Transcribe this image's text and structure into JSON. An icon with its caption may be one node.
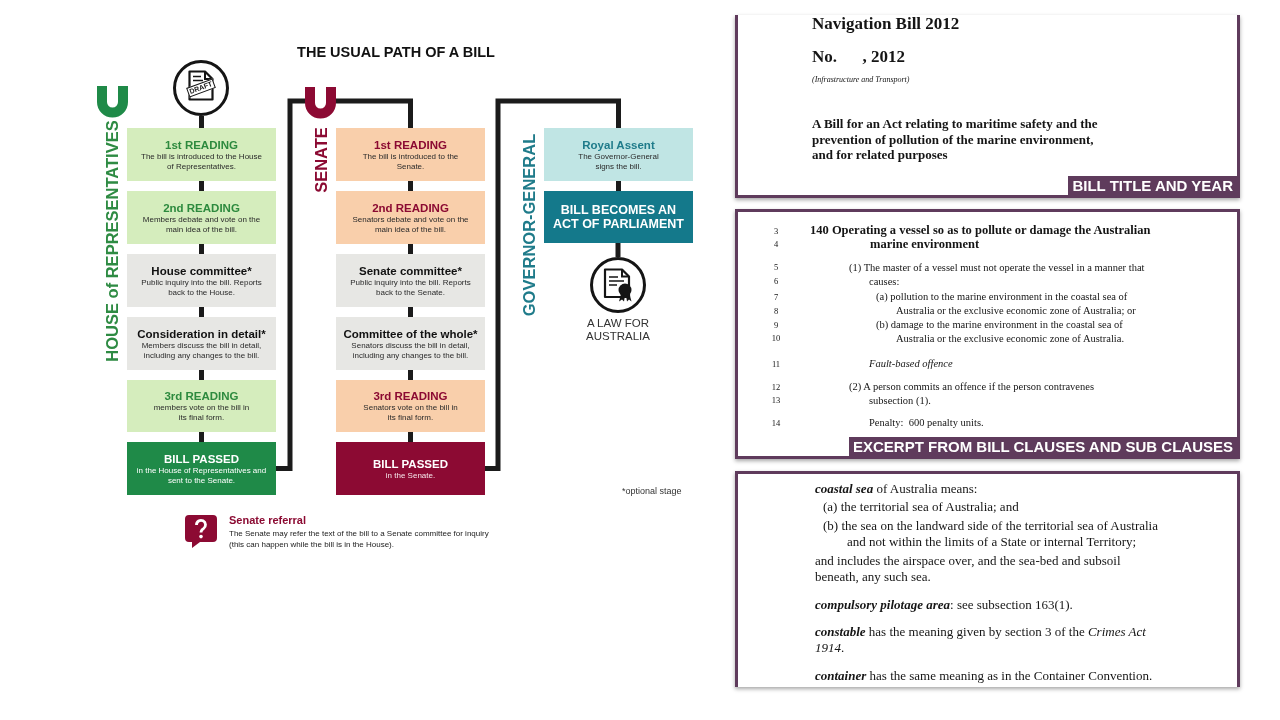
{
  "diagram": {
    "title": "THE USUAL PATH OF A BILL",
    "nodes": [
      {
        "text": [
          "DRAFT"
        ]
      },
      {
        "text": [
          "1st READING",
          "The bill is introduced to the House of Representatives."
        ]
      },
      {
        "text": [
          "2nd READING",
          "Members debate and vote on the main idea of the bill."
        ]
      },
      {
        "text": [
          "House committee*",
          "Public inquiry into the bill. Reports back to the House."
        ]
      },
      {
        "text": [
          "Consideration in detail*",
          "Members discuss the bill in detail, including any changes to the bill."
        ]
      },
      {
        "text": [
          "3rd READING",
          "members vote on the bill in its final form."
        ]
      },
      {
        "text": [
          "BILL PASSED",
          "in the House of Representatives and sent to the Senate."
        ]
      },
      {
        "text": [
          "1st READING",
          "The bill is introduced to the Senate."
        ]
      },
      {
        "text": [
          "2nd READING",
          "Senators debate and vote on the main idea of the bill."
        ]
      },
      {
        "text": [
          "Senate committee*",
          "Public inquiry into the bill. Reports back to the Senate."
        ]
      },
      {
        "text": [
          "Committee of the whole*",
          "Senators discuss the bill in detail, including any changes to the bill."
        ]
      },
      {
        "text": [
          "3rd READING",
          "Senators vote on the bill in its final form."
        ]
      },
      {
        "text": [
          "BILL PASSED",
          "in the Senate."
        ]
      },
      {
        "text": [
          "Royal Assent",
          "The Governor-General signs the bill."
        ]
      },
      {
        "text": [
          "BILL BECOMES AN ACT OF PARLIAMENT"
        ]
      },
      {
        "text": [],
        "shape": "circle",
        "beside": [
          "A LAW FOR AUSTRALIA"
        ]
      },
      {
        "text": [
          "Navigation Bill 2012",
          "No.      , 2012",
          "(Infrastructure and Transport)",
          "A Bill for an Act relating to maritime safety and the prevention of pollution of the marine environment, and for related purposes",
          "BILL TITLE AND YEAR"
        ]
      },
      {
        "text": [
          "3",
          "4",
          "140 Operating a vessel so as to pollute or damage the Australian marine environment",
          "5",
          "6",
          "(1) The master of a vessel must not operate the vessel in a manner that causes:",
          "7",
          "8",
          "(a) pollution to the marine environment in the coastal sea of Australia or the exclusive economic zone of Australia; or",
          "9",
          "10",
          "(b) damage to the marine environment in the coastal sea of Australia or the exclusive economic zone of Australia.",
          "11",
          "Fault-based offence",
          "12",
          "13",
          "(2) A person commits an offence if the person contravenes subsection (1).",
          "14",
          "Penalty:  600 penalty units.",
          "EXCERPT FROM BILL CLAUSES AND SUB CLAUSES"
        ]
      },
      {
        "text": [
          "**coastal sea** of Australia means:",
          "(a) the territorial sea of Australia; and",
          "(b) the sea on the landward side of the territorial sea of Australia and not within the limits of a State or internal Territory;",
          "and includes the airspace over, and the sea-bed and subsoil beneath, any such sea.",
          "**compulsory pilotage area**: see subsection 163(1).",
          "**constable** has the meaning given by section 3 of the *Crimes Act 1914*.",
          "**container** has the same meaning as in the Container Convention."
        ]
      }
    ],
    "edges": [
      {
        "from": 0,
        "to": 1,
        "arrow": "none"
      },
      {
        "from": 1,
        "to": 2,
        "arrow": "none"
      },
      {
        "from": 2,
        "to": 3,
        "arrow": "none"
      },
      {
        "from": 3,
        "to": 4,
        "arrow": "none"
      },
      {
        "from": 4,
        "to": 5,
        "arrow": "none"
      },
      {
        "from": 5,
        "to": 6,
        "arrow": "none"
      },
      {
        "from": 6,
        "to": 7,
        "arrow": "none"
      },
      {
        "from": 7,
        "to": 8,
        "arrow": "none"
      },
      {
        "from": 8,
        "to": 9,
        "arrow": "none"
      },
      {
        "from": 9,
        "to": 10,
        "arrow": "none"
      },
      {
        "from": 10,
        "to": 11,
        "arrow": "none"
      },
      {
        "from": 11,
        "to": 12,
        "arrow": "none"
      },
      {
        "from": 12,
        "to": 13,
        "arrow": "none"
      },
      {
        "from": 13,
        "to": 14,
        "arrow": "none"
      },
      {
        "from": 14,
        "to": 15,
        "arrow": "none"
      }
    ],
    "labels": [
      "HOUSE of REPRESENTATIVES",
      "SENATE",
      "GOVERNOR-GENERAL",
      "*optional stage",
      "Senate referral",
      "The Senate may refer the text of the bill to a Senate committee for inquiry (this can happen while the bill is in the House)."
    ]
  }
}
